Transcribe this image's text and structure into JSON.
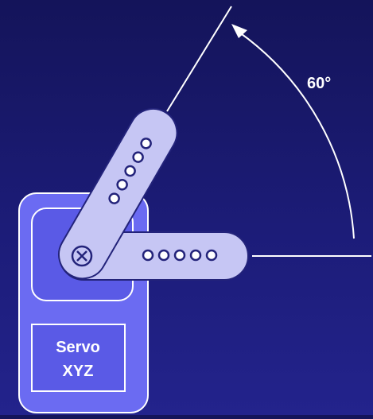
{
  "diagram": {
    "angle_label": "60°",
    "servo_label_line1": "Servo",
    "servo_label_line2": "XYZ",
    "rotation_degrees": 60
  },
  "colors": {
    "background_top": "#14145a",
    "background_bottom": "#23238c",
    "servo_body": "#6b6bf2",
    "servo_outline": "#ffffff",
    "horn_fill": "#c6c6f4",
    "horn_outline": "#23237a",
    "hole_fill": "#ffffff",
    "hole_outline": "#23237a",
    "line_color": "#ffffff"
  },
  "icons": {
    "center_screw": "plus-screw-icon",
    "arrow": "arrowhead-icon"
  }
}
